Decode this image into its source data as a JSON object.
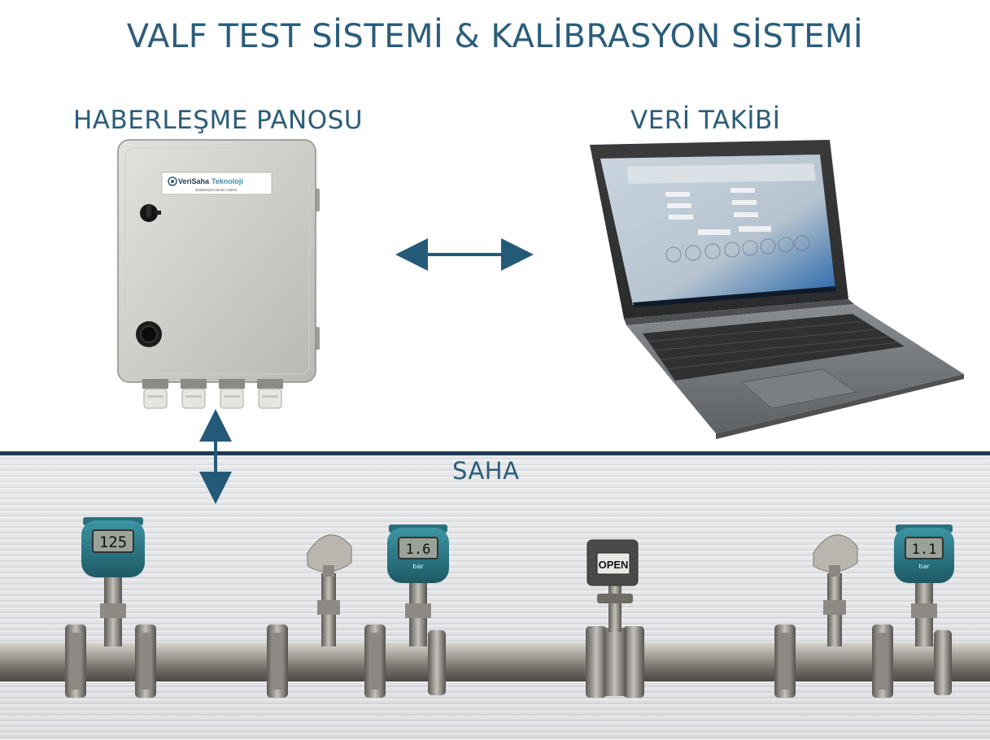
{
  "title": "VALF TEST SİSTEMİ & KALİBRASYON SİSTEMİ",
  "sections": {
    "panel": "HABERLEŞME PANOSU",
    "data_tracking": "VERİ TAKİBİ",
    "field": "SAHA"
  },
  "panel_label": {
    "brand_a": "VeriSaha",
    "brand_b": "Teknoloji",
    "tagline": "Endüstriyel Verinin Adresi"
  },
  "instruments": {
    "gauge1": {
      "value": "125"
    },
    "gauge2": {
      "value": "1.6",
      "unit": "bar"
    },
    "valve": {
      "status": "OPEN"
    },
    "gauge3": {
      "value": "1.1",
      "unit": "bar"
    }
  },
  "colors": {
    "title": "#2b5d7a",
    "arrow": "#245a78",
    "field_border": "#1f3a56",
    "transmitter": "#2f7e8c"
  }
}
